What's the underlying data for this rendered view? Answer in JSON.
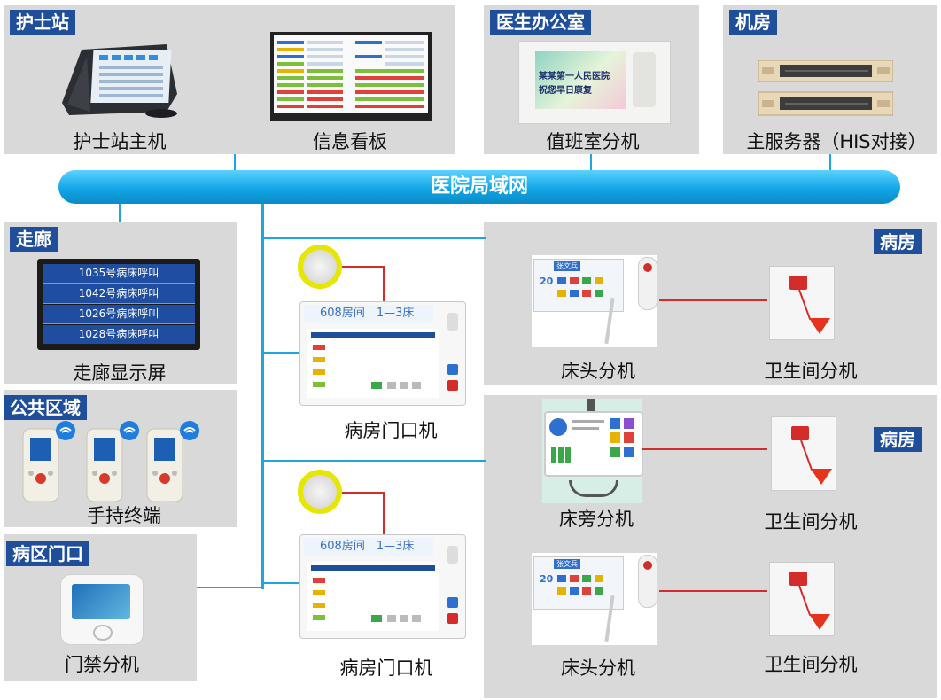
{
  "network": {
    "label": "医院局域网"
  },
  "nurse_station": {
    "title": "护士站",
    "host_label": "护士站主机",
    "board_label": "信息看板"
  },
  "doctor_office": {
    "title": "医生办公室",
    "device_label": "值班室分机",
    "screen_text_1": "某某第一人民医院",
    "screen_text_2": "祝您早日康复"
  },
  "server_room": {
    "title": "机房",
    "device_label": "主服务器（HIS对接）"
  },
  "corridor": {
    "title": "走廊",
    "device_label": "走廊显示屏",
    "calls": [
      "1035号病床呼叫",
      "1042号病床呼叫",
      "1026号病床呼叫",
      "1028号病床呼叫"
    ]
  },
  "public_area": {
    "title": "公共区域",
    "device_label": "手持终端"
  },
  "ward_gate": {
    "title": "病区门口",
    "device_label": "门禁分机"
  },
  "door_units": [
    {
      "screen_header": "608房间　1—3床",
      "label": "病房门口机"
    },
    {
      "screen_header": "608房间　1—3床",
      "label": "病房门口机"
    }
  ],
  "wards": [
    {
      "title": "病房",
      "bed_label": "床头分机",
      "bath_label": "卫生间分机",
      "patient_name": "张文兵",
      "bed_no": "20"
    },
    {
      "title": "病房",
      "bed_label": "床旁分机",
      "bath_label": "卫生间分机"
    },
    {
      "bed_label": "床头分机",
      "bath_label": "卫生间分机",
      "patient_name": "张文兵",
      "bed_no": "20"
    }
  ],
  "colors": {
    "tag_bg": "#1f4e9b",
    "bus": "#12a6e6",
    "link_blue": "#1fa6e0",
    "link_red": "#d42b2b",
    "panel": "#d9d9d9"
  }
}
